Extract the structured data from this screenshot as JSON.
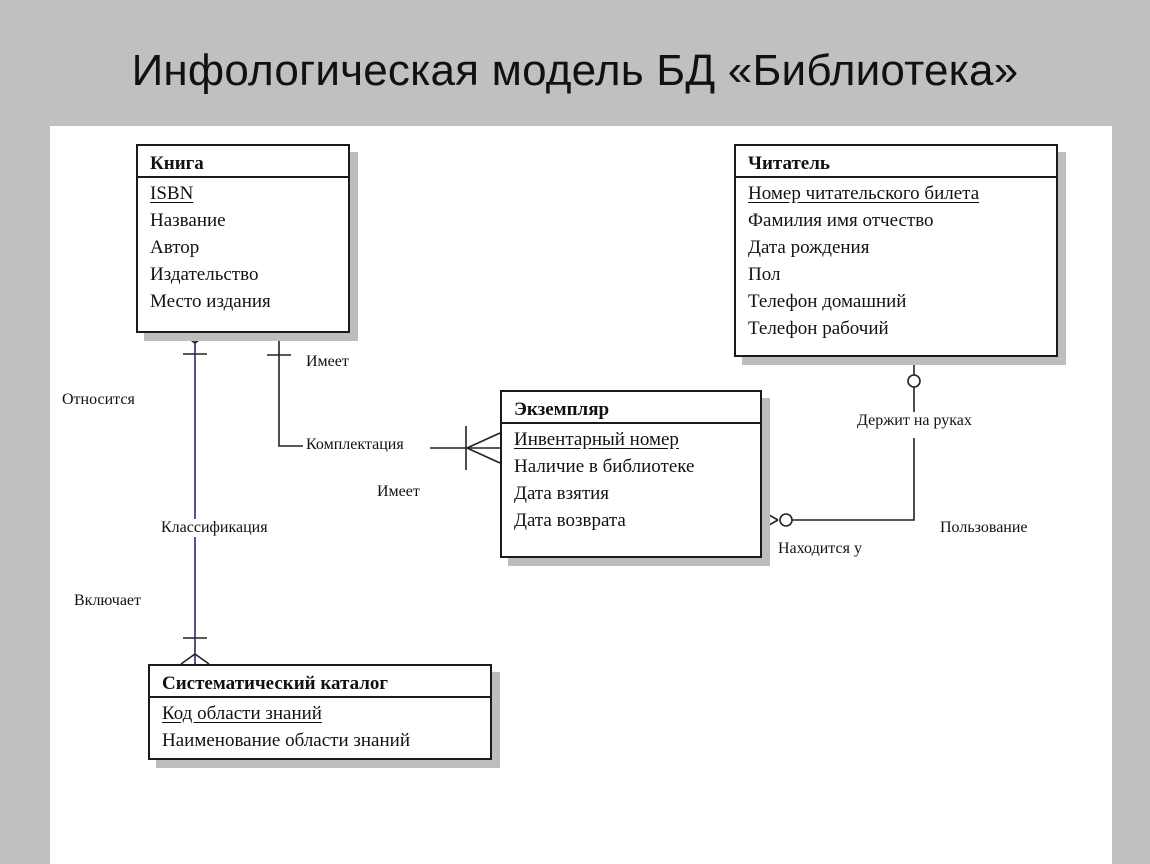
{
  "title": "Инфологическая модель БД «Библиотека»",
  "entities": {
    "book": {
      "name": "Книга",
      "attributes": [
        {
          "text": "ISBN",
          "key": true
        },
        {
          "text": "Название",
          "key": false
        },
        {
          "text": "Автор",
          "key": false
        },
        {
          "text": "Издательство",
          "key": false
        },
        {
          "text": "Место издания",
          "key": false
        }
      ]
    },
    "reader": {
      "name": "Читатель",
      "attributes": [
        {
          "text": "Номер читательского билета",
          "key": true
        },
        {
          "text": "Фамилия имя отчество",
          "key": false
        },
        {
          "text": "Дата рождения",
          "key": false
        },
        {
          "text": "Пол",
          "key": false
        },
        {
          "text": "Телефон домашний",
          "key": false
        },
        {
          "text": "Телефон рабочий",
          "key": false
        }
      ]
    },
    "copy": {
      "name": "Экземпляр",
      "attributes": [
        {
          "text": "Инвентарный  номер",
          "key": true
        },
        {
          "text": "Наличие в библиотеке",
          "key": false
        },
        {
          "text": "Дата взятия",
          "key": false
        },
        {
          "text": "Дата возврата",
          "key": false
        }
      ]
    },
    "catalog": {
      "name": "Систематический каталог",
      "attributes": [
        {
          "text": "Код области знаний",
          "key": true
        },
        {
          "text": "Наименование области знаний",
          "key": false
        }
      ]
    }
  },
  "relationships": {
    "book_copy": {
      "name": "Комплектация",
      "role_book": "Имеет",
      "role_copy": "Имеет"
    },
    "book_catalog": {
      "name": "Классификация",
      "role_book": "Относится",
      "role_catalog": "Включает"
    },
    "reader_copy": {
      "name": "Пользование",
      "role_reader": "Держит на руках",
      "role_copy": "Находится у"
    }
  }
}
